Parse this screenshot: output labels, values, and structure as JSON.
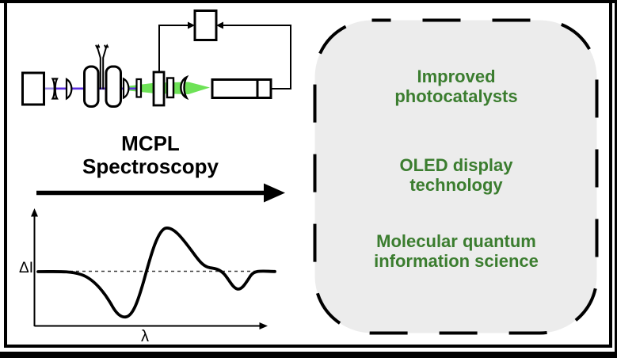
{
  "figure": {
    "method": {
      "label": "MCPL\nSpectroscopy"
    },
    "plot": {
      "ylabel": "ΔI",
      "xlabel": "λ",
      "description": "Schematic MCPL spectrum: derivative-shaped signal about a dashed zero baseline with a negative lobe, a large positive lobe, and a small trailing negative dip"
    },
    "applications": {
      "items": [
        {
          "label": "Improved\nphotocatalysts"
        },
        {
          "label": "OLED display\ntechnology"
        },
        {
          "label": "Molecular quantum\ninformation science"
        }
      ]
    },
    "colors": {
      "accent_green_text": "#3B7D2F",
      "panel_fill": "#ECECEC",
      "beam_uv": "#9C8CE4",
      "beam_violet": "#5B2EE0",
      "beam_green": "#6EE257"
    }
  }
}
